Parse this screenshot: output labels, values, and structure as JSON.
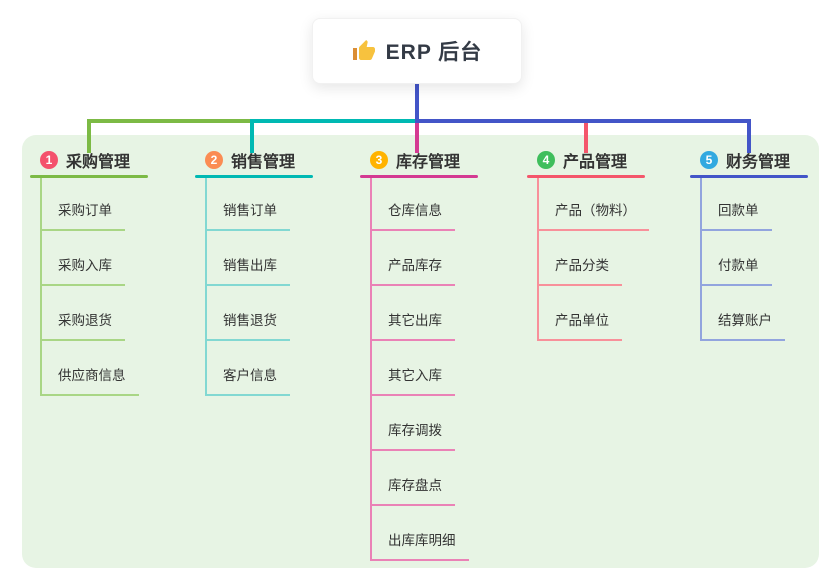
{
  "root": {
    "label": "ERP 后台",
    "icon": "thumbs-up-icon"
  },
  "connector_color": "#4355C8",
  "canvas_bg": "#E7F4E4",
  "branches": [
    {
      "number": "1",
      "label": "采购管理",
      "color": "#7CBA45",
      "light_color": "#A9D685",
      "badge_color": "#F4516C",
      "children": [
        "采购订单",
        "采购入库",
        "采购退货",
        "供应商信息"
      ]
    },
    {
      "number": "2",
      "label": "销售管理",
      "color": "#00B9B3",
      "light_color": "#82D8D2",
      "badge_color": "#FB8C53",
      "children": [
        "销售订单",
        "销售出库",
        "销售退货",
        "客户信息"
      ]
    },
    {
      "number": "3",
      "label": "库存管理",
      "color": "#D43A92",
      "light_color": "#EA82B6",
      "badge_color": "#FFB300",
      "children": [
        "仓库信息",
        "产品库存",
        "其它出库",
        "其它入库",
        "库存调拨",
        "库存盘点",
        "出库库明细"
      ]
    },
    {
      "number": "4",
      "label": "产品管理",
      "color": "#F4566B",
      "light_color": "#F8909A",
      "badge_color": "#3FBE5C",
      "children": [
        "产品（物料）",
        "产品分类",
        "产品单位"
      ]
    },
    {
      "number": "5",
      "label": "财务管理",
      "color": "#4355C8",
      "light_color": "#92A4DE",
      "badge_color": "#32A9E0",
      "children": [
        "回款单",
        "付款单",
        "结算账户"
      ]
    }
  ]
}
